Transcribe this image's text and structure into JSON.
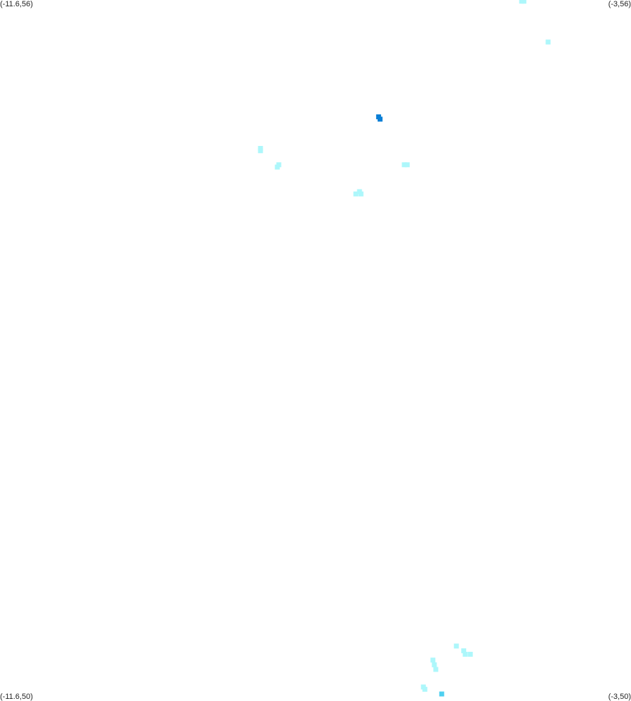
{
  "corners": {
    "top_left": "(-11.6,56)",
    "top_right": "(-3,56)",
    "bottom_left": "(-11.6,50)",
    "bottom_right": "(-3,50)"
  },
  "colors": {
    "background": "#ffffff",
    "light_cyan": "#adf7fb",
    "medium_cyan": "#4fd0f0",
    "dark_blue": "#0a7fd6"
  },
  "chart_data": {
    "type": "heatmap",
    "extent": {
      "lon": [
        -11.6,
        -3
      ],
      "lat": [
        50,
        56
      ]
    },
    "cells": [
      {
        "lon": -4.46,
        "lat": 55.99,
        "level": "light"
      },
      {
        "lon": -4.49,
        "lat": 55.99,
        "level": "light"
      },
      {
        "lon": -4.13,
        "lat": 55.64,
        "level": "light"
      },
      {
        "lon": -6.44,
        "lat": 55.0,
        "level": "dark"
      },
      {
        "lon": -6.42,
        "lat": 54.98,
        "level": "dark"
      },
      {
        "lon": -8.05,
        "lat": 54.73,
        "level": "light"
      },
      {
        "lon": -8.05,
        "lat": 54.71,
        "level": "light"
      },
      {
        "lon": -7.8,
        "lat": 54.59,
        "level": "light"
      },
      {
        "lon": -7.82,
        "lat": 54.57,
        "level": "light"
      },
      {
        "lon": -6.09,
        "lat": 54.59,
        "level": "light"
      },
      {
        "lon": -6.05,
        "lat": 54.59,
        "level": "light"
      },
      {
        "lon": -6.7,
        "lat": 54.36,
        "level": "light"
      },
      {
        "lon": -6.75,
        "lat": 54.34,
        "level": "light"
      },
      {
        "lon": -6.68,
        "lat": 54.34,
        "level": "light"
      },
      {
        "lon": -5.38,
        "lat": 50.47,
        "level": "light"
      },
      {
        "lon": -5.28,
        "lat": 50.43,
        "level": "light"
      },
      {
        "lon": -5.19,
        "lat": 50.4,
        "level": "light"
      },
      {
        "lon": -5.26,
        "lat": 50.4,
        "level": "light"
      },
      {
        "lon": -5.7,
        "lat": 50.35,
        "level": "light"
      },
      {
        "lon": -5.68,
        "lat": 50.31,
        "level": "light"
      },
      {
        "lon": -5.66,
        "lat": 50.27,
        "level": "light"
      },
      {
        "lon": -5.83,
        "lat": 50.12,
        "level": "light"
      },
      {
        "lon": -5.81,
        "lat": 50.1,
        "level": "light"
      },
      {
        "lon": -5.58,
        "lat": 50.06,
        "level": "medium"
      }
    ]
  }
}
